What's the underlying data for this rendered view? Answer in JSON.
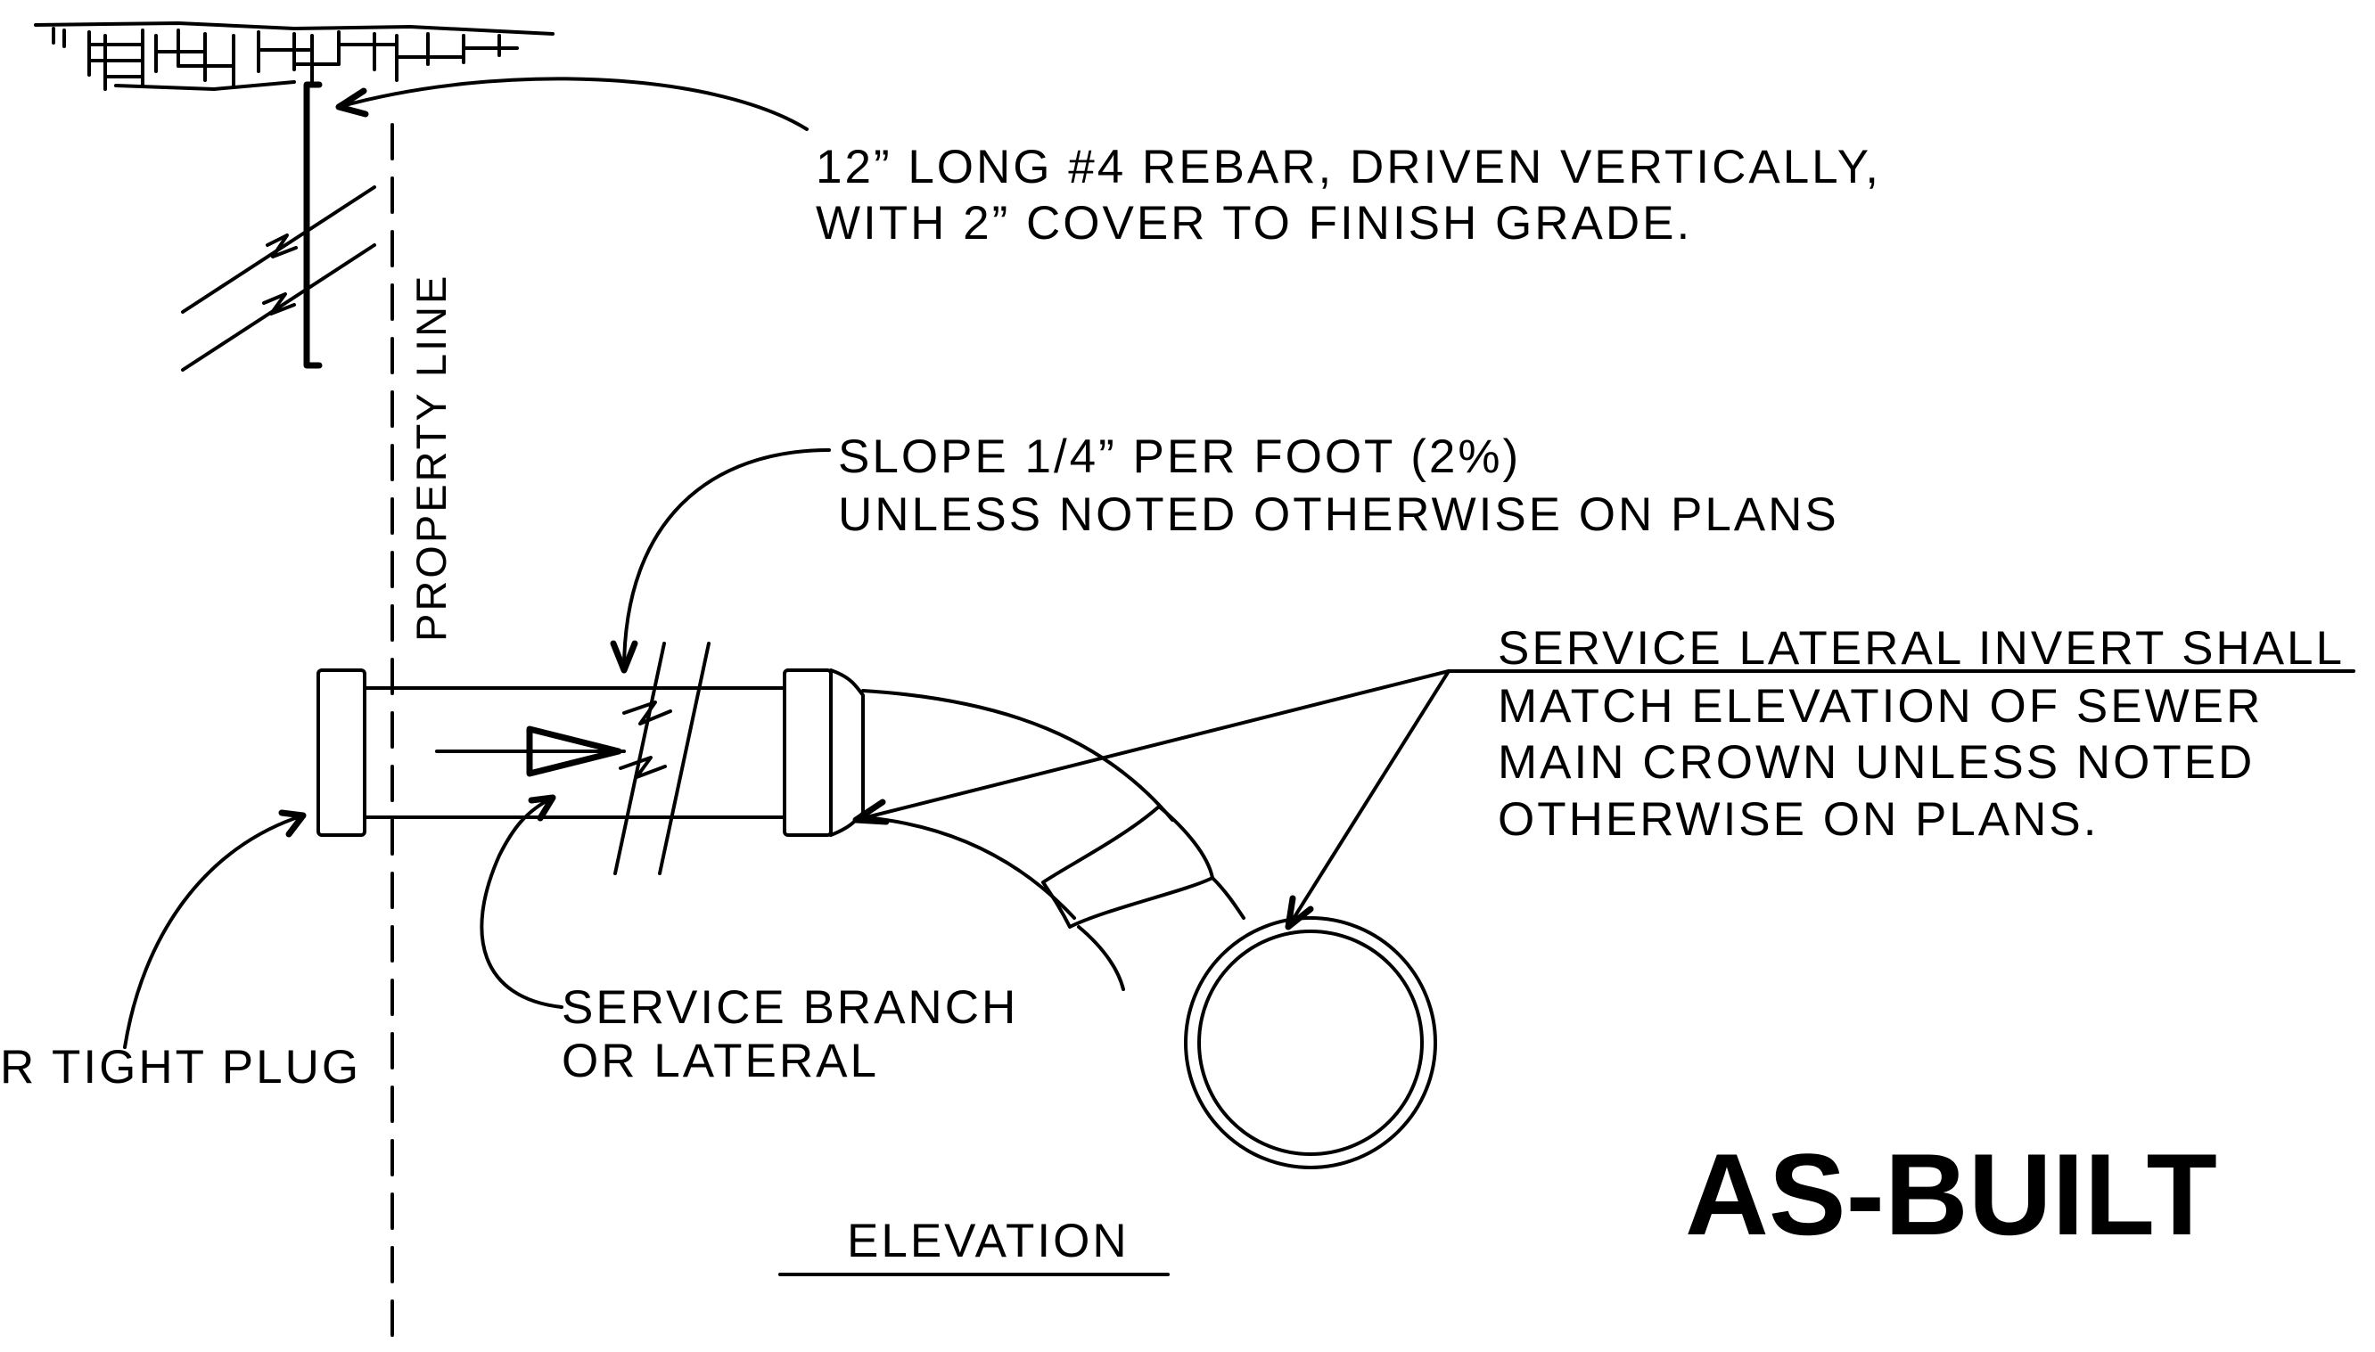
{
  "notes": {
    "rebar_line1": "12” LONG #4 REBAR, DRIVEN VERTICALLY,",
    "rebar_line2": "WITH 2” COVER TO FINISH GRADE.",
    "slope_line1": "SLOPE 1/4” PER FOOT (2%)",
    "slope_line2": "UNLESS NOTED OTHERWISE ON PLANS",
    "invert_line1": "SERVICE LATERAL INVERT SHALL",
    "invert_line2": "MATCH ELEVATION OF SEWER",
    "invert_line3": "MAIN CROWN UNLESS NOTED",
    "invert_line4": "OTHERWISE ON PLANS.",
    "branch_line1": "SERVICE BRANCH",
    "branch_line2": "OR LATERAL",
    "plug": "R TIGHT PLUG",
    "property_line": "PROPERTY LINE",
    "view_title": "ELEVATION",
    "stamp": "AS-BUILT"
  }
}
